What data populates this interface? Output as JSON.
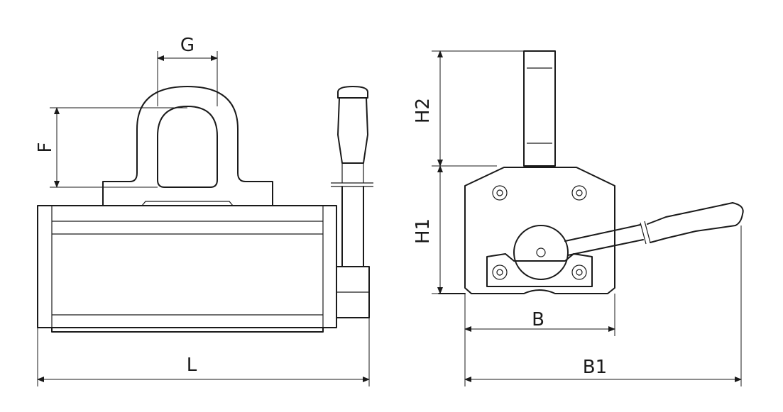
{
  "dimensions": {
    "G": "G",
    "F": "F",
    "L": "L",
    "H2": "H2",
    "H1": "H1",
    "B": "B",
    "B1": "B1"
  }
}
